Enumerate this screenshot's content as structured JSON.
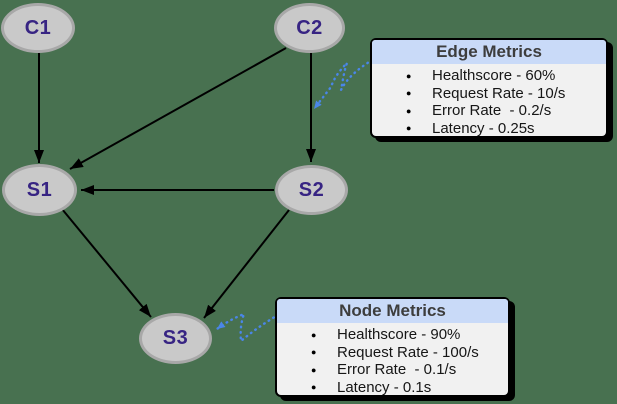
{
  "diagram": {
    "nodes": [
      {
        "id": "C1",
        "label": "C1"
      },
      {
        "id": "C2",
        "label": "C2"
      },
      {
        "id": "S1",
        "label": "S1"
      },
      {
        "id": "S2",
        "label": "S2"
      },
      {
        "id": "S3",
        "label": "S3"
      }
    ],
    "edges": [
      {
        "from": "C1",
        "to": "S1"
      },
      {
        "from": "C2",
        "to": "S1"
      },
      {
        "from": "C2",
        "to": "S2"
      },
      {
        "from": "S2",
        "to": "S1"
      },
      {
        "from": "S1",
        "to": "S3"
      },
      {
        "from": "S2",
        "to": "S3"
      }
    ],
    "annotations": [
      {
        "pointer": "scribble-arrow",
        "from": "edge-metrics-panel",
        "to": "edge C2->S2"
      },
      {
        "pointer": "scribble-arrow",
        "from": "node-metrics-panel",
        "to": "node S3"
      }
    ]
  },
  "panels": {
    "bullet": "●",
    "edge_metrics": {
      "title": "Edge Metrics",
      "items": [
        "Healthscore - 60%",
        "Request Rate - 10/s",
        "Error Rate  - 0.2/s",
        "Latency - 0.25s"
      ]
    },
    "node_metrics": {
      "title": "Node Metrics",
      "items": [
        "Healthscore - 90%",
        "Request Rate - 100/s",
        "Error Rate  - 0.1/s",
        "Latency - 0.1s"
      ]
    }
  },
  "colors": {
    "background": "#487150",
    "node_fill": "#c9c9c9",
    "node_border": "#a8a8a8",
    "node_label": "#372483",
    "panel_header_bg": "#c9daf8",
    "panel_body_bg": "#f1f1f1",
    "panel_border": "#000000",
    "title_color": "#3d3d3d",
    "list_color": "#161616",
    "arrow_color": "#000000",
    "scribble_color": "#4a86e8"
  }
}
